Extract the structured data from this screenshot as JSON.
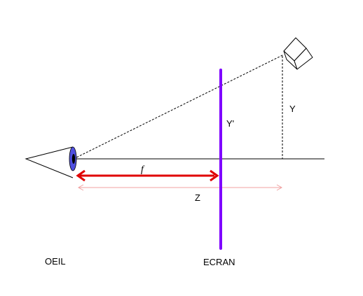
{
  "labels": {
    "eye": "OEIL",
    "screen": "ECRAN",
    "focal": "f",
    "distance": "Z",
    "object_height": "Y",
    "projected_height": "Y'"
  },
  "colors": {
    "focal_arrow": "#e00000",
    "distance_arrow": "#f0a0a0",
    "screen": "#7f00ff",
    "iris": "#5050e0",
    "pupil": "#000000",
    "lines": "#000000"
  }
}
